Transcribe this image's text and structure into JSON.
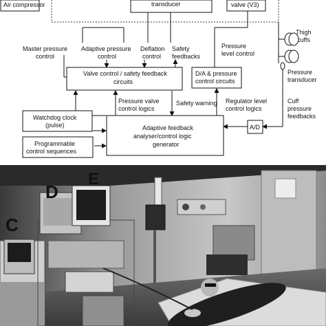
{
  "diagram": {
    "boxes": {
      "air_compressor": "Air compressor",
      "transducer": "transducer",
      "valve_v3": "valve (V3)",
      "valve_control": [
        "Valve control / safety feedback",
        "circuits"
      ],
      "da_pressure": [
        "D/A & pressure",
        "control circuits"
      ],
      "watchdog": [
        "Watchdog clock",
        "(pulse)"
      ],
      "programmable": [
        "Programmable",
        "control sequences"
      ],
      "adaptive_feedback": [
        "Adaptive feedback",
        "analyser/control logic",
        "generator"
      ],
      "ad": "A/D"
    },
    "labels": {
      "master_pressure": [
        "Master pressure",
        "control"
      ],
      "adaptive_pressure": [
        "Adaptive pressure",
        "control"
      ],
      "deflation": [
        "Deflation",
        "control"
      ],
      "safety_feedbacks": [
        "Safety",
        "feedbacks"
      ],
      "pressure_level": [
        "Pressure",
        "level control"
      ],
      "thigh_cuffs": [
        "Thigh",
        "cuffs"
      ],
      "pressure_transducer": [
        "Pressure",
        "transducer"
      ],
      "cuff_feedbacks": [
        "Cuff",
        "pressure",
        "feedbacks"
      ],
      "pressure_valve_logics": [
        "Pressure valve",
        "control logics"
      ],
      "safety_warning": "Safety warning",
      "regulator_logics": [
        "Regulator level",
        "control logics"
      ]
    }
  },
  "photo": {
    "labels": {
      "c": "C",
      "d": "D",
      "e": "E"
    }
  }
}
